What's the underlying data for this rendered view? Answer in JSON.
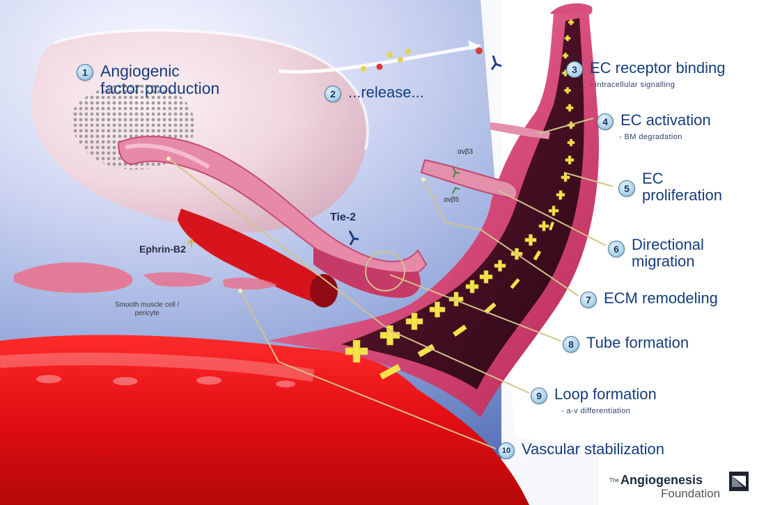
{
  "steps": [
    {
      "num": "1",
      "label": "Angiogenic\nfactor production"
    },
    {
      "num": "2",
      "label": "...release..."
    },
    {
      "num": "3",
      "label": "EC receptor binding",
      "sub": "- intracellular signalling"
    },
    {
      "num": "4",
      "label": "EC activation",
      "sub": "- BM degradation"
    },
    {
      "num": "5",
      "label": "EC\nproliferation"
    },
    {
      "num": "6",
      "label": "Directional\nmigration"
    },
    {
      "num": "7",
      "label": "ECM remodeling"
    },
    {
      "num": "8",
      "label": "Tube formation"
    },
    {
      "num": "9",
      "label": "Loop formation",
      "sub": "- a-v differentiation"
    },
    {
      "num": "10",
      "label": "Vascular stabilization"
    }
  ],
  "labels": {
    "tie2": "Tie-2",
    "ephrin": "Ephrin-B2",
    "smooth_muscle": "Smooth muscle cell /\npericyte",
    "alpha_v_beta3": "αvβ3",
    "alpha_v_beta5": "αvβ5"
  },
  "logo": {
    "the": "The",
    "main": "Angiogenesis",
    "foundation": "Foundation"
  },
  "colors": {
    "vessel_red": "#e11b1f",
    "vessel_pink": "#d6547e",
    "label_blue": "#163c7d",
    "lead_line": "#d2c48a",
    "plus_yellow": "#f4e34a"
  }
}
